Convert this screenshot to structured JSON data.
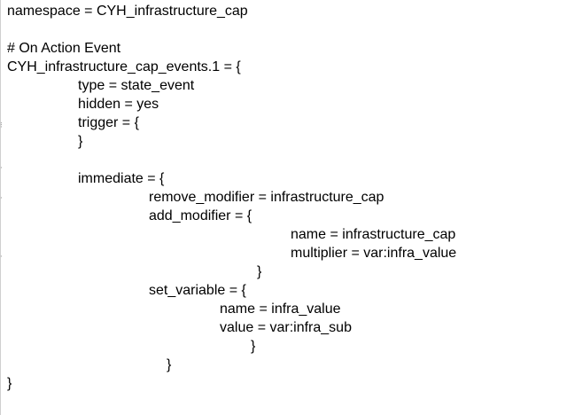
{
  "editor": {
    "lines": [
      "namespace = CYH_infrastructure_cap",
      "",
      "# On Action Event",
      "CYH_infrastructure_cap_events.1 = {",
      "type = state_event",
      "hidden = yes",
      "trigger = {",
      "}",
      "",
      "immediate = {",
      "remove_modifier = infrastructure_cap",
      "add_modifier = {",
      "name = infrastructure_cap",
      "multiplier = var:infra_value",
      "}",
      "set_variable = {",
      "name = infra_value",
      "value = var:infra_sub",
      "}",
      "}",
      "}"
    ]
  },
  "colors": {
    "background": "#ffffff",
    "text": "#000000"
  }
}
